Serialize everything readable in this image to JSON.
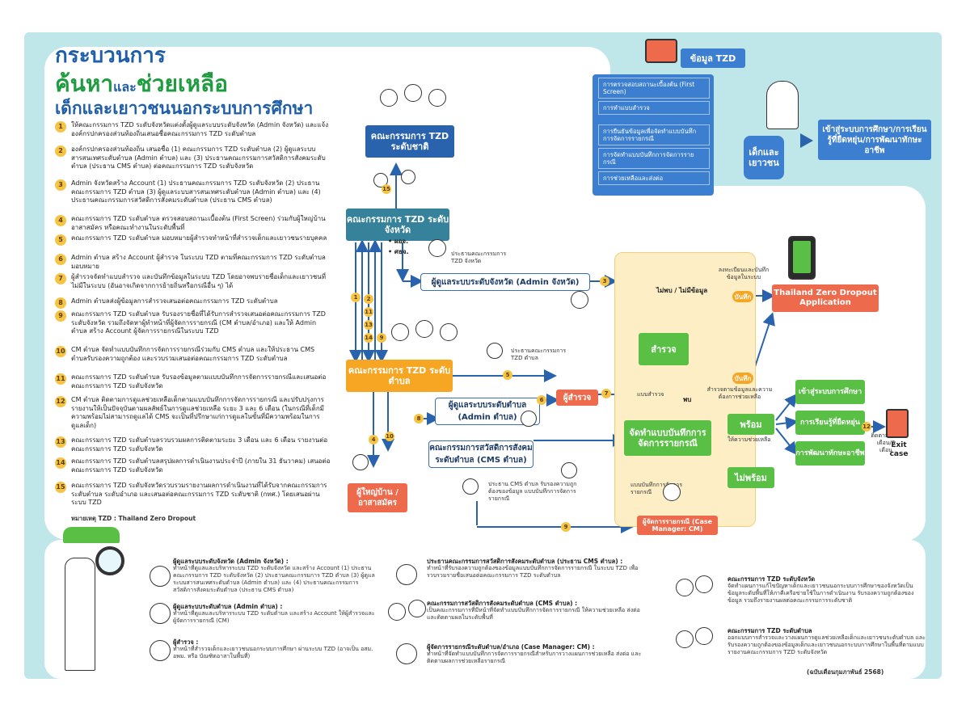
{
  "title": {
    "line1": "กระบวนการ",
    "line2a": "ค้นหา",
    "line2b": "และ",
    "line2c": "ช่วยเหลือ",
    "line3": "เด็กและเยาวชนนอกระบบการศึกษา"
  },
  "steps": [
    {
      "n": "1",
      "text": "ให้คณะกรรมการ TZD ระดับจังหวัดแต่งตั้งผู้ดูแลระบบระดับจังหวัด (Admin จังหวัด) และแจ้งองค์กรปกครองส่วนท้องถิ่นเสนอชื่อคณะกรรมการ TZD ระดับตำบล"
    },
    {
      "n": "2",
      "text": "องค์กรปกครองส่วนท้องถิ่น เสนอชื่อ (1) คณะกรรมการ TZD ระดับตำบล (2) ผู้ดูแลระบบสารสนเทศระดับตำบล (Admin ตำบล) และ (3) ประธานคณะกรรมการสวัสดิการสังคมระดับตำบล (ประธาน CMS ตำบล) ต่อคณะกรรมการ TZD ระดับจังหวัด"
    },
    {
      "n": "3",
      "text": "Admin จังหวัดสร้าง Account (1) ประธานคณะกรรมการ TZD ระดับจังหวัด (2) ประธานคณะกรรมการ TZD ตำบล (3) ผู้ดูแลระบบสารสนเทศระดับตำบล (Admin ตำบล) และ (4) ประธานคณะกรรมการสวัสดิการสังคมระดับตำบล (ประธาน CMS ตำบล)"
    },
    {
      "n": "4",
      "text": "คณะกรรมการ TZD ระดับตำบล ตรวจสอบสถานะเบื้องต้น (First Screen) ร่วมกับผู้ใหญ่บ้าน อาสาสมัคร หรือคณะทำงานในระดับพื้นที่"
    },
    {
      "n": "5",
      "text": "คณะกรรมการ TZD ระดับตำบล มอบหมายผู้สำรวจทำหน้าที่สำรวจเด็กและเยาวชนรายบุคคล"
    },
    {
      "n": "6",
      "text": "Admin ตำบล สร้าง Account ผู้สำรวจ ในระบบ TZD ตามที่คณะกรรมการ TZD ระดับตำบลมอบหมาย"
    },
    {
      "n": "7",
      "text": "ผู้สำรวจจัดทำแบบสำรวจ และบันทึกข้อมูลในระบบ TZD โดยอาจพบรายชื่อเด็กและเยาวชนที่ไม่มีในระบบ (อันอาจเกิดจากการย้ายถิ่นหรือกรณีอื่น ๆ) ได้"
    },
    {
      "n": "8",
      "text": "Admin ตำบลส่งผู้ข้อมูลการสำรวจเสนอต่อคณะกรรมการ TZD ระดับตำบล"
    },
    {
      "n": "9",
      "text": "คณะกรรมการ TZD ระดับตำบล รับรองรายชื่อที่ได้รับการสำรวจเสนอต่อคณะกรรมการ TZD ระดับจังหวัด รวมถึงจัดหาผู้ทำหน้าที่ผู้จัดการรายกรณี (CM ตำบล/อำเภอ) และให้ Admin ตำบล สร้าง Account ผู้จัดการรายกรณีในระบบ TZD"
    },
    {
      "n": "10",
      "text": "CM ตำบล จัดทำแบบบันทึกการจัดการรายกรณีร่วมกับ CMS ตำบล และให้ประธาน CMS ตำบลรับรองความถูกต้อง และรวบรวมเสนอต่อคณะกรรมการ TZD ระดับตำบล"
    },
    {
      "n": "11",
      "text": "คณะกรรมการ TZD ระดับตำบล รับรองข้อมูลตามแบบบันทึกการจัดการรายกรณีและเสนอต่อคณะกรรมการ TZD ระดับจังหวัด"
    },
    {
      "n": "12",
      "text": "CM ตำบล ติดตามการดูแลช่วยเหลือเด็กตามแบบบันทึกการจัดการรายกรณี และปรับปรุงการรายงานให้เป็นปัจจุบันตามผลลัพธ์ในการดูแลช่วยเหลือ ระยะ 3 และ 6 เดือน (ในกรณีที่เด็กมีความพร้อมไม่สามารถดูแลได้ CMS จะเป็นที่ปรึกษาแก่การดูแลในขั้นที่มีความพร้อมในการดูแลเด็ก)"
    },
    {
      "n": "13",
      "text": "คณะกรรมการ TZD ระดับตำบลรวบรวมผลการติดตามระยะ 3 เดือน และ 6 เดือน รายงานต่อคณะกรรมการ TZD ระดับจังหวัด"
    },
    {
      "n": "14",
      "text": "คณะกรรมการ TZD ระดับตำบลสรุปผลการดำเนินงานประจำปี (ภายใน 31 ธันวาคม) เสนอต่อคณะกรรมการ TZD ระดับจังหวัด"
    },
    {
      "n": "15",
      "text": "คณะกรรมการ TZD ระดับจังหวัดรวบรวมรายงานผลการดำเนินงานที่ได้รับจากคณะกรรมการระดับตำบล ระดับอำเภอ และเสนอต่อคณะกรรมการ TZD ระดับชาติ (กทศ.) โดยเสนอผ่านระบบ TZD"
    }
  ],
  "footnote": "หมายเหตุ TZD : Thailand Zero Dropout",
  "tzd": {
    "header": "ข้อมูล TZD",
    "items": [
      "การตรวจสอบสถานะเบื้องต้น (First Screen)",
      "การทำแบบสำรวจ",
      "การยืนยันข้อมูลเพื่อจัดทำแบบบันทึกการจัดการรายกรณี",
      "การจัดทำแบบบันทึกการจัดการรายกรณี",
      "การช่วยเหลือและส่งต่อ"
    ],
    "child_label": "เด็กและเยาวชน",
    "outcome": "เข้าสู่ระบบการศึกษา/การเรียนรู้ที่ยืดหยุ่น/การพัฒนาทักษะอาชีพ"
  },
  "nodes": {
    "national": "คณะกรรมการ TZD ระดับชาติ",
    "province": "คณะกรรมการ TZD ระดับจังหวัด",
    "subdistrict": "คณะกรรมการ TZD ระดับตำบล",
    "admin_province": "ผู้ดูแลระบบระดับจังหวัด (Admin จังหวัด)",
    "admin_sub": "ผู้ดูแลระบบระดับตำบล (Admin ตำบล)",
    "cms": "คณะกรรมการสวัสดิการสังคมระดับตำบล (CMS ตำบล)",
    "village": "ผู้ใหญ่บ้าน / อาสาสมัคร",
    "surveyor": "ผู้สำรวจ",
    "survey": "สำรวจ",
    "case_record": "จัดทำแบบบันทึกการจัดการรายกรณี",
    "ready": "พร้อม",
    "not_ready": "ไม่พร้อม",
    "cm": "ผู้จัดการรายกรณี (Case Manager: CM)",
    "app": "Thailand Zero Dropout Application",
    "found_not": "ไม่พบ / ไม่มีข้อมูล",
    "found": "พบ",
    "record": "บันทึก",
    "record2": "บันทึก",
    "paper_form": "แบบสำรวจ",
    "edu": "เข้าสู่ระบบการศึกษา",
    "flex": "การเรียนรู้ที่ยืดหยุ่น",
    "skill": "การพัฒนาทักษะอาชีพ",
    "exit": "Exit case",
    "follow": "ติดตามผล 3 เดือน/6 เดือน",
    "po": "• ผอจ.",
    "sec": "• ศธจ.",
    "chair_prov": "ประธานคณะกรรมการ TZD จังหวัด",
    "chair_sub": "ประธานคณะกรรมการ TZD ตำบล",
    "cms_chair_note": "ประธาน CMS ตำบล รับรองความถูกต้องของข้อมูล แบบบันทึกการจัดการรายกรณี",
    "app_note": "ลงทะเบียนและบันทึกข้อมูลในระบบ",
    "home_note": "สำรวจตามข้อมูลและความต้องการช่วยเหลือ",
    "ready_note": "ให้ความช่วยเหลือ",
    "case_note": "แบบบันทึกการจัดการรายกรณี"
  },
  "edge_labels": {
    "e1": "1",
    "e2": "2",
    "e3": "3",
    "e4": "4",
    "e5": "5",
    "e6": "6",
    "e7": "7",
    "e8": "8",
    "e9": "9",
    "e10": "10",
    "e11": "11",
    "e12": "12",
    "e13": "13",
    "e14": "14",
    "e15": "15"
  },
  "legend": [
    {
      "title": "ผู้ดูแลระบบระดับจังหวัด (Admin จังหวัด) :",
      "text": "ทำหน้าที่ดูแลและบริหารระบบ TZD ระดับจังหวัด และสร้าง Account (1) ประธานคณะกรรมการ TZD ระดับจังหวัด (2) ประธานคณะกรรมการ TZD ตำบล (3) ผู้ดูแลระบบสารสนเทศระดับตำบล (Admin ตำบล) และ (4) ประธานคณะกรรมการสวัสดิการสังคมระดับตำบล (ประธาน CMS ตำบล)"
    },
    {
      "title": "ผู้ดูแลระบบระดับตำบล (Admin ตำบล) :",
      "text": "ทำหน้าที่ดูแลและบริหารระบบ TZD ระดับตำบล และสร้าง Account ให้ผู้สำรวจและผู้จัดการรายกรณี (CM)"
    },
    {
      "title": "ผู้สำรวจ :",
      "text": "ทำหน้าที่สำรวจเด็กและเยาวชนนอกระบบการศึกษา ผ่านระบบ TZD (อาจเป็น อสม. อพม. หรือ บัณฑิตอาสาในพื้นที่)"
    },
    {
      "title": "ประธานคณะกรรมการสวัสดิการสังคมระดับตำบล (ประธาน CMS ตำบล) :",
      "text": "ทำหน้าที่รับรองความถูกต้องของข้อมูลแบบบันทึกการจัดการรายกรณี ในระบบ TZD เพื่อรวบรวมรายชื่อเสนอต่อคณะกรรมการ TZD ระดับตำบล"
    },
    {
      "title": "คณะกรรมการสวัสดิการสังคมระดับตำบล (CMS ตำบล) :",
      "text": "เป็นคณะกรรมการที่มีหน้าที่จัดทำแบบบันทึกการจัดการรายกรณี ให้ความช่วยเหลือ ส่งต่อ และติดตามผลในระดับพื้นที่"
    },
    {
      "title": "ผู้จัดการรายกรณีระดับตำบล/อำเภอ (Case Manager: CM) :",
      "text": "ทำหน้าที่จัดทำแบบบันทึกการจัดการรายกรณีสำหรับการวางแผนการช่วยเหลือ ส่งต่อ และติดตามผลการช่วยเหลือรายกรณี"
    },
    {
      "title": "คณะกรรมการ TZD ระดับจังหวัด",
      "text": "จัดทำแผนการแก้ไขปัญหาเด็กและเยาวชนนอกระบบการศึกษาของจังหวัดเป็นข้อมูลระดับพื้นที่ให้ภาคีเครือข่ายใช้ในการดำเนินงาน รับรองความถูกต้องของข้อมูล รวมถึงรายงานผลต่อคณะกรรมการระดับชาติ"
    },
    {
      "title": "คณะกรรมการ TZD ระดับตำบล",
      "text": "ออกแบบการสำรวจและวางแผนการดูแลช่วยเหลือเด็กและเยาวชนระดับตำบล และรับรองความถูกต้องของข้อมูลเด็กและเยาวชนนอกระบบการศึกษาในพื้นที่ตามแบบรายงานคณะกรรมการ TZD ระดับจังหวัด"
    }
  ],
  "update_note": "(ฉบับเดือนกุมภาพันธ์ 2568)",
  "colors": {
    "navy": "#2a63ad",
    "teal": "#35829a",
    "orange": "#f7a623",
    "red": "#ee6a4c",
    "green": "#59bf45",
    "bg": "#bfe6e9"
  }
}
